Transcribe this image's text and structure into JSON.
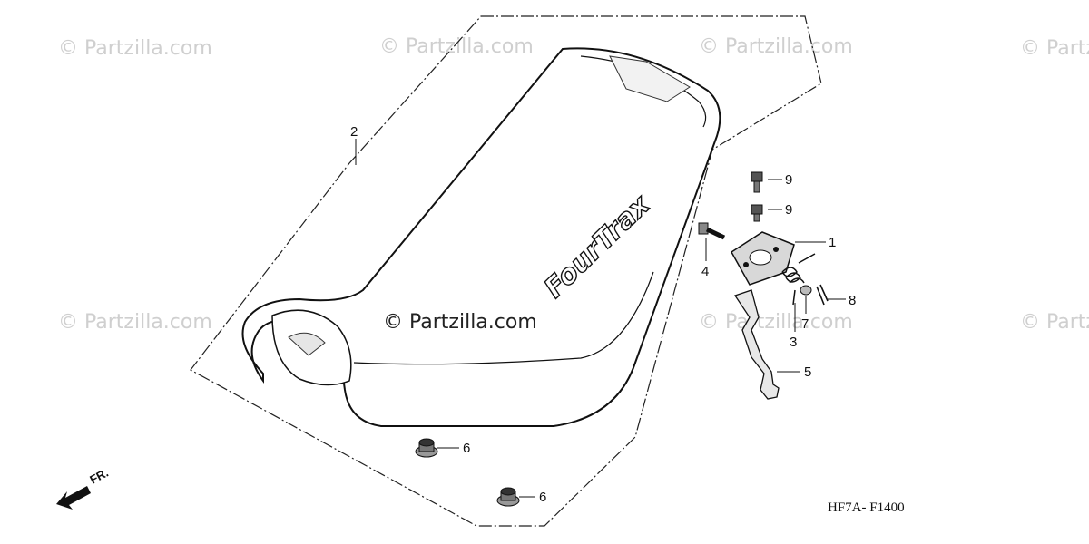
{
  "watermark": "© Partzilla.com",
  "main_watermark": "© Partzilla.com",
  "seat_logo": "FourTrax",
  "diagram_code": "HF7A- F1400",
  "direction": {
    "label": "FR.",
    "icon": "arrow-front-icon"
  },
  "callouts": [
    {
      "id": "1",
      "label": "1"
    },
    {
      "id": "2",
      "label": "2"
    },
    {
      "id": "3",
      "label": "3"
    },
    {
      "id": "4",
      "label": "4"
    },
    {
      "id": "5",
      "label": "5"
    },
    {
      "id": "6a",
      "label": "6"
    },
    {
      "id": "6b",
      "label": "6"
    },
    {
      "id": "7",
      "label": "7"
    },
    {
      "id": "8",
      "label": "8"
    },
    {
      "id": "9a",
      "label": "9"
    },
    {
      "id": "9b",
      "label": "9"
    }
  ]
}
